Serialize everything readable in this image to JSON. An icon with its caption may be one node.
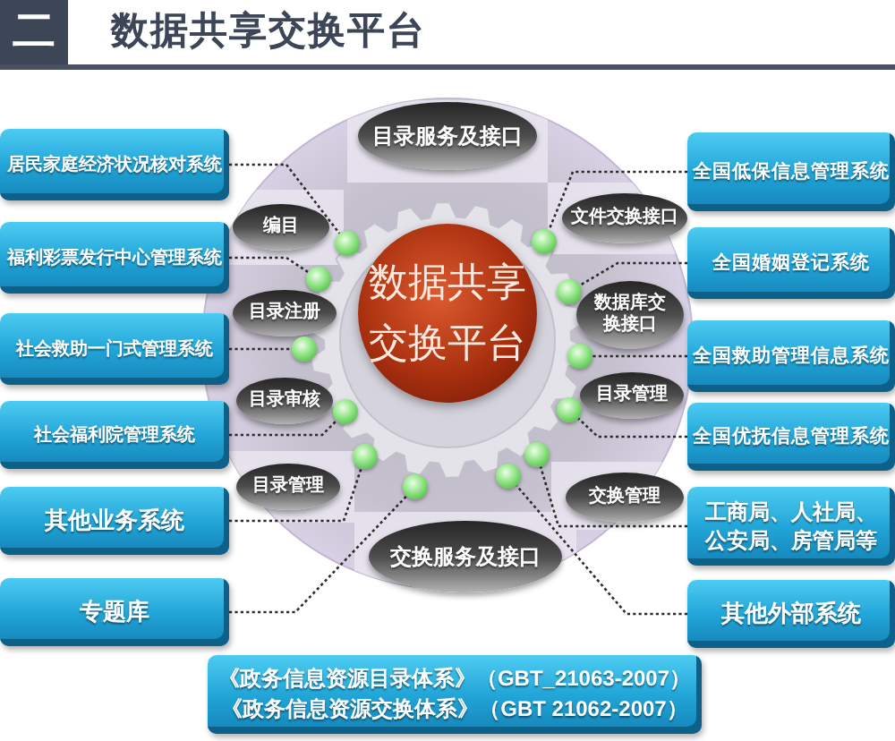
{
  "diagram": {
    "title": "数据共享交换平台",
    "nodes": [
      {
        "text": [
          "二"
        ]
      },
      {
        "text": [
          "目录服务及接口"
        ]
      },
      {
        "text": [
          "居民家庭经济状况核对系统"
        ]
      },
      {
        "text": [
          "全国低保信息管理系统"
        ]
      },
      {
        "text": [
          "编目"
        ]
      },
      {
        "text": [
          "文件交换接口"
        ]
      },
      {
        "text": [
          "福利彩票发行中心管理系统"
        ]
      },
      {
        "text": [
          "全国婚姻登记系统"
        ]
      },
      {
        "text": [
          "数据共享交换平台"
        ]
      },
      {
        "text": [
          "目录注册"
        ]
      },
      {
        "text": [
          "数据库交换接口"
        ]
      },
      {
        "text": [
          "社会救助一门式管理系统"
        ]
      },
      {
        "text": [
          "全国救助管理信息系统"
        ]
      },
      {
        "text": [
          "目录审核"
        ]
      },
      {
        "text": [
          "目录管理"
        ]
      },
      {
        "text": [
          "社会福利院管理系统"
        ]
      },
      {
        "text": [
          "全国优抚信息管理系统"
        ]
      },
      {
        "text": [
          "目录管理"
        ]
      },
      {
        "text": [
          "交换管理"
        ]
      },
      {
        "text": [
          "其他业务系统"
        ]
      },
      {
        "text": [
          "工商局、人社局、公安局、房管局等"
        ]
      },
      {
        "text": [
          "交换服务及接口"
        ]
      },
      {
        "text": [
          "专题库"
        ]
      },
      {
        "text": [
          "其他外部系统"
        ]
      },
      {
        "text": [
          "《政务信息资源目录体系》（GBT_21063-2007）",
          "《政务信息资源交换体系》（GBT 21062-2007）"
        ]
      },
      {
        "text": [],
        "shape": "circle"
      },
      {
        "text": [],
        "shape": "circle"
      },
      {
        "text": [],
        "shape": "circle"
      },
      {
        "text": [],
        "shape": "circle"
      },
      {
        "text": [],
        "shape": "circle"
      },
      {
        "text": [],
        "shape": "circle"
      },
      {
        "text": [],
        "shape": "circle"
      },
      {
        "text": [],
        "shape": "circle"
      },
      {
        "text": [],
        "shape": "circle"
      },
      {
        "text": [],
        "shape": "circle"
      },
      {
        "text": [],
        "shape": "circle"
      },
      {
        "text": [],
        "shape": "circle"
      }
    ],
    "edges": [
      {
        "from": 2,
        "to": 25,
        "arrow": "none",
        "style": "dashed"
      },
      {
        "from": 6,
        "to": 27,
        "arrow": "none",
        "style": "dashed"
      },
      {
        "from": 11,
        "to": 29,
        "arrow": "none",
        "style": "dashed"
      },
      {
        "from": 15,
        "to": 31,
        "arrow": "none",
        "style": "dashed"
      },
      {
        "from": 19,
        "to": 33,
        "arrow": "none",
        "style": "dashed"
      },
      {
        "from": 22,
        "to": 36,
        "arrow": "none",
        "style": "dashed"
      },
      {
        "from": 3,
        "to": 26,
        "arrow": "none",
        "style": "dashed"
      },
      {
        "from": 7,
        "to": 28,
        "arrow": "none",
        "style": "dashed"
      },
      {
        "from": 12,
        "to": 30,
        "arrow": "none",
        "style": "dashed"
      },
      {
        "from": 16,
        "to": 32,
        "arrow": "none",
        "style": "dashed"
      },
      {
        "from": 20,
        "to": 34,
        "arrow": "none",
        "style": "dashed"
      },
      {
        "from": 23,
        "to": 35,
        "arrow": "none",
        "style": "dashed"
      }
    ]
  }
}
